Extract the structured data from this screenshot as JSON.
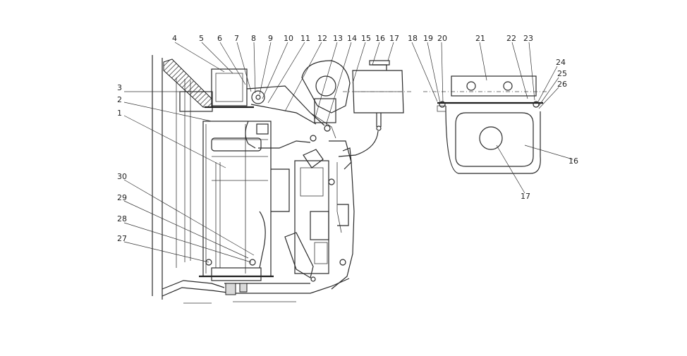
{
  "labels": {
    "l1": "1",
    "l2": "2",
    "l3": "3",
    "l4": "4",
    "l5": "5",
    "l6": "6",
    "l7": "7",
    "l8": "8",
    "l9": "9",
    "l10": "10",
    "l11": "11",
    "l12": "12",
    "l13": "13",
    "l14": "14",
    "l15": "15",
    "l16": "16",
    "l17": "17",
    "l18": "18",
    "l19": "19",
    "l20": "20",
    "l21": "21",
    "l22": "22",
    "l23": "23",
    "l24": "24",
    "l25": "25",
    "l26": "26",
    "l27": "27",
    "l28": "28",
    "l29": "29",
    "l30": "30",
    "l16b": "16",
    "l17b": "17"
  }
}
